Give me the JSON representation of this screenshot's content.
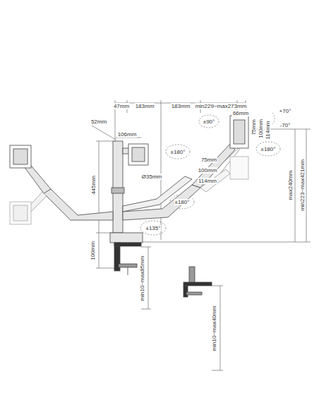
{
  "diagram": {
    "labels": [
      "47mm",
      "183mm",
      "183mm",
      "min229~max273mm",
      "66mm",
      "+70°",
      "-70°",
      "52mm",
      "106mm",
      "±90°",
      "75mm",
      "100mm",
      "114mm",
      "±180°",
      "75mm",
      "100mm",
      "114mm",
      "±180°",
      "Ø35mm",
      "445mm",
      "±180°",
      "±135°",
      "100mm",
      "min10~max85mm",
      "min10~max40mm",
      "max240mm",
      "min223~max421mm"
    ]
  }
}
